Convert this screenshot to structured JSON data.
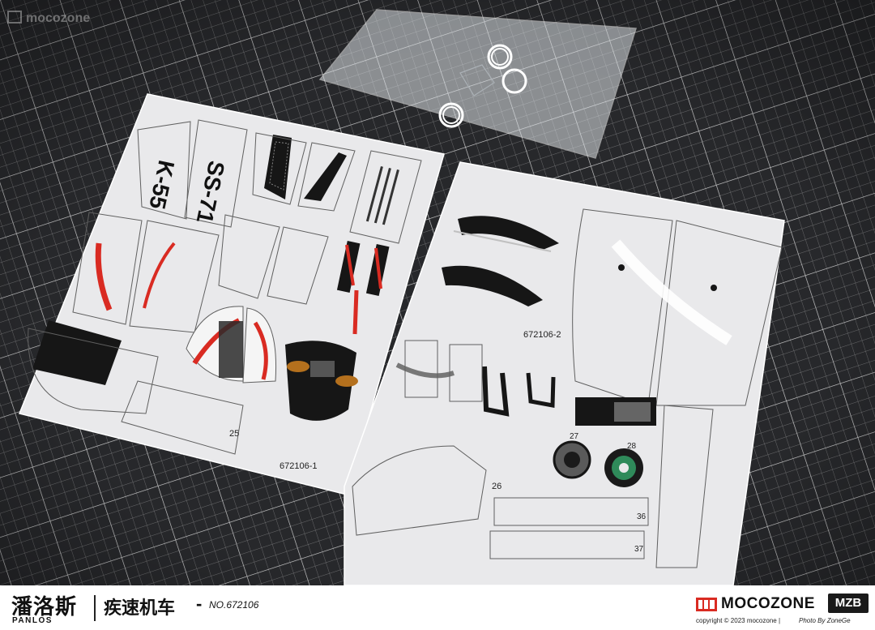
{
  "watermark": "mocozone",
  "photo": {
    "sheet_left_code": "672106-1",
    "sheet_right_code": "672106-2",
    "decal_labels": {
      "k55": "K-55",
      "ss71": "SS-71"
    },
    "part_numbers": [
      "25",
      "26",
      "27",
      "28",
      "36",
      "37"
    ],
    "colors": {
      "mat_bg": "#27282b",
      "mat_grid": "#cfcfcf",
      "sheet": "#e9e9eb",
      "accent_red": "#d92b22",
      "accent_black": "#161616",
      "lens_amber": "#b4701d",
      "badge_green": "#2f8a5a"
    }
  },
  "footer": {
    "brand_cn": "潘洛斯",
    "brand_en": "PANLOS",
    "product_name": "疾速机车",
    "dash": "-",
    "product_no": "NO.672106",
    "moco_name": "MOCOZONE",
    "mzb": "MZB",
    "copyright": "copyright © 2023 mocozone |",
    "photo_credit": "Photo By ZoneGe"
  }
}
